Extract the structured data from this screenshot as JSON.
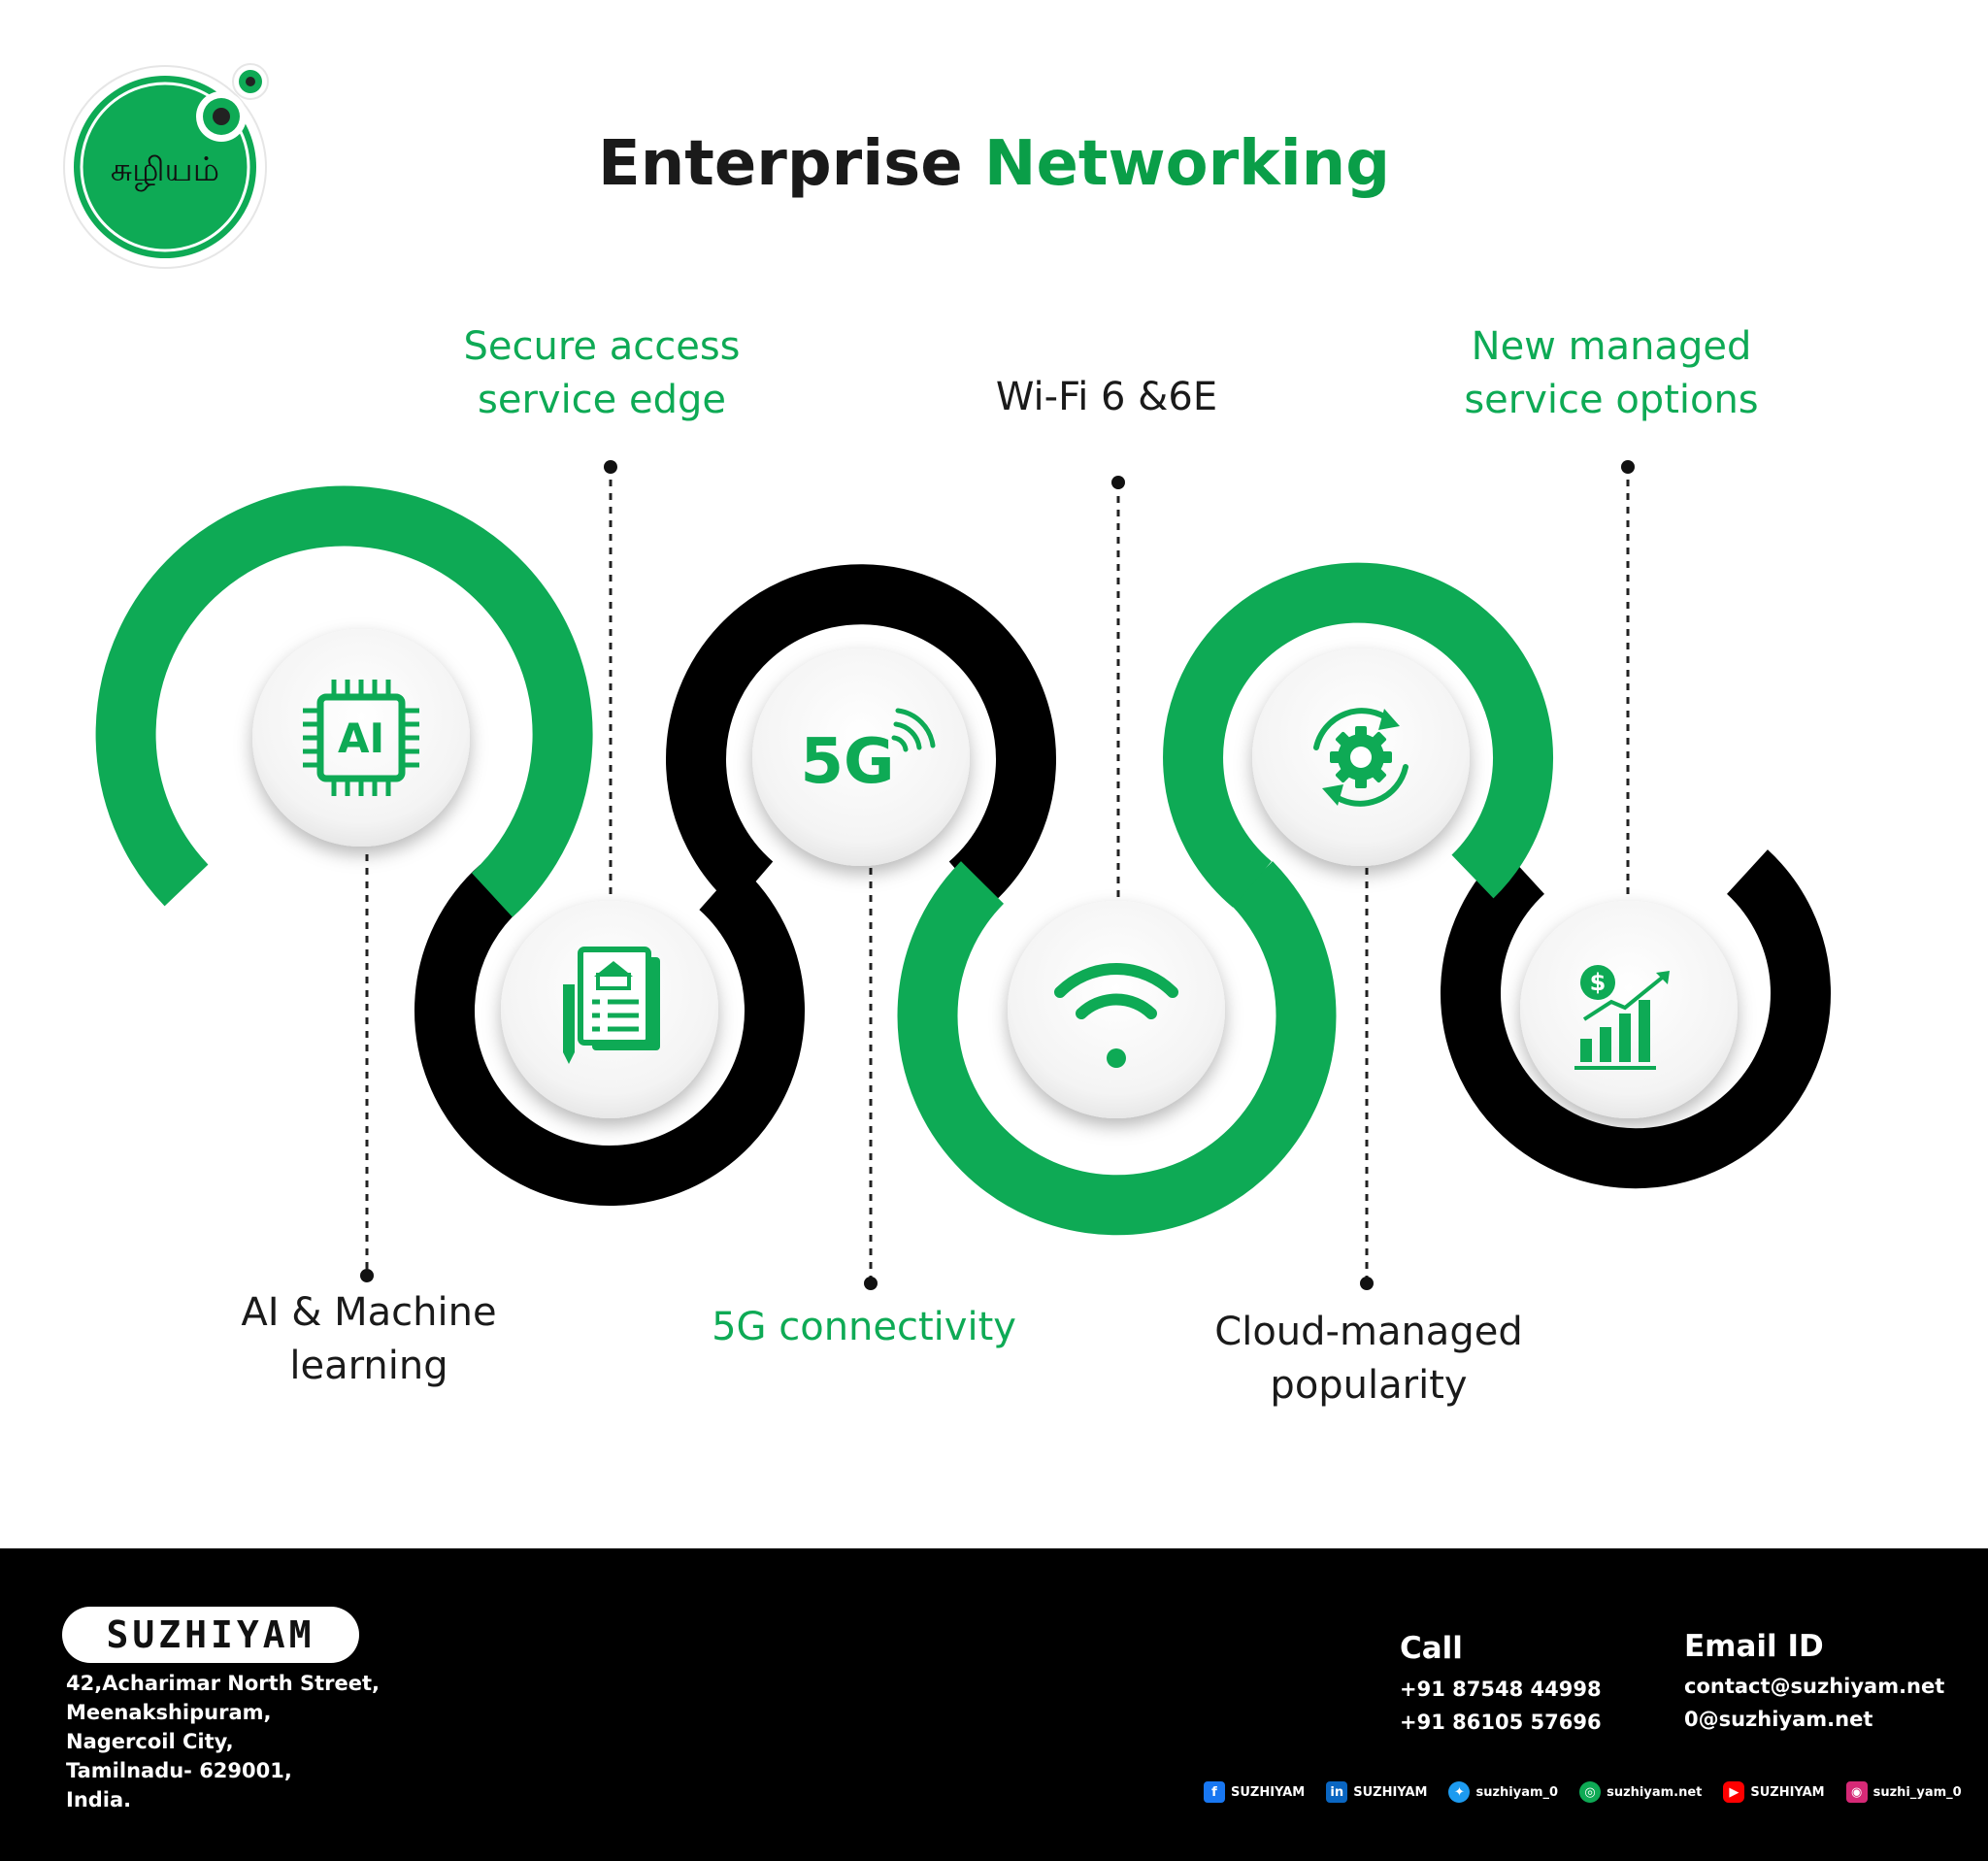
{
  "logo": {
    "icon": "suzhiyam-tamil-logo",
    "text": "சுழியம்",
    "accent": "#0eaa55"
  },
  "title": {
    "part1": "Enterprise",
    "part2": "Networking"
  },
  "colors": {
    "green": "#0eaa55",
    "black": "#000000",
    "title_green": "#0a9e48"
  },
  "items": [
    {
      "label_lines": [
        "AI & Machine",
        "learning"
      ],
      "icon": "ai-chip-icon",
      "icon_text": "AI"
    },
    {
      "label_lines": [
        "Secure access",
        "service edge"
      ],
      "icon": "document-checklist-icon"
    },
    {
      "label_lines": [
        "5G connectivity"
      ],
      "icon": "5g-signal-icon",
      "icon_text": "5G"
    },
    {
      "label_lines": [
        "Wi-Fi 6 &6E"
      ],
      "icon": "wifi-icon"
    },
    {
      "label_lines": [
        "Cloud-managed",
        "popularity"
      ],
      "icon": "cloud-gear-sync-icon"
    },
    {
      "label_lines": [
        "New managed",
        "service options"
      ],
      "icon": "growth-chart-dollar-icon"
    }
  ],
  "footer": {
    "brand": "SUZHIYAM",
    "address_lines": [
      "42,Acharimar North Street,",
      "Meenakshipuram,",
      "Nagercoil City,",
      "Tamilnadu- 629001,",
      "India."
    ],
    "call_heading": "Call",
    "phones": [
      "+91 87548 44998",
      "+91 86105 57696"
    ],
    "email_heading": "Email ID",
    "emails": [
      "contact@suzhiyam.net",
      "0@suzhiyam.net"
    ],
    "socials": [
      {
        "icon": "facebook-icon",
        "label": "SUZHIYAM",
        "color": "#1877f2"
      },
      {
        "icon": "linkedin-icon",
        "label": "SUZHIYAM",
        "color": "#0a66c2"
      },
      {
        "icon": "twitter-icon",
        "label": "suzhiyam_0",
        "color": "#1d9bf0"
      },
      {
        "icon": "website-icon",
        "label": "suzhiyam.net",
        "color": "#0eaa55"
      },
      {
        "icon": "youtube-icon",
        "label": "SUZHIYAM",
        "color": "#ff0000"
      },
      {
        "icon": "instagram-icon",
        "label": "suzhi_yam_0",
        "color": "#d62976"
      }
    ]
  }
}
